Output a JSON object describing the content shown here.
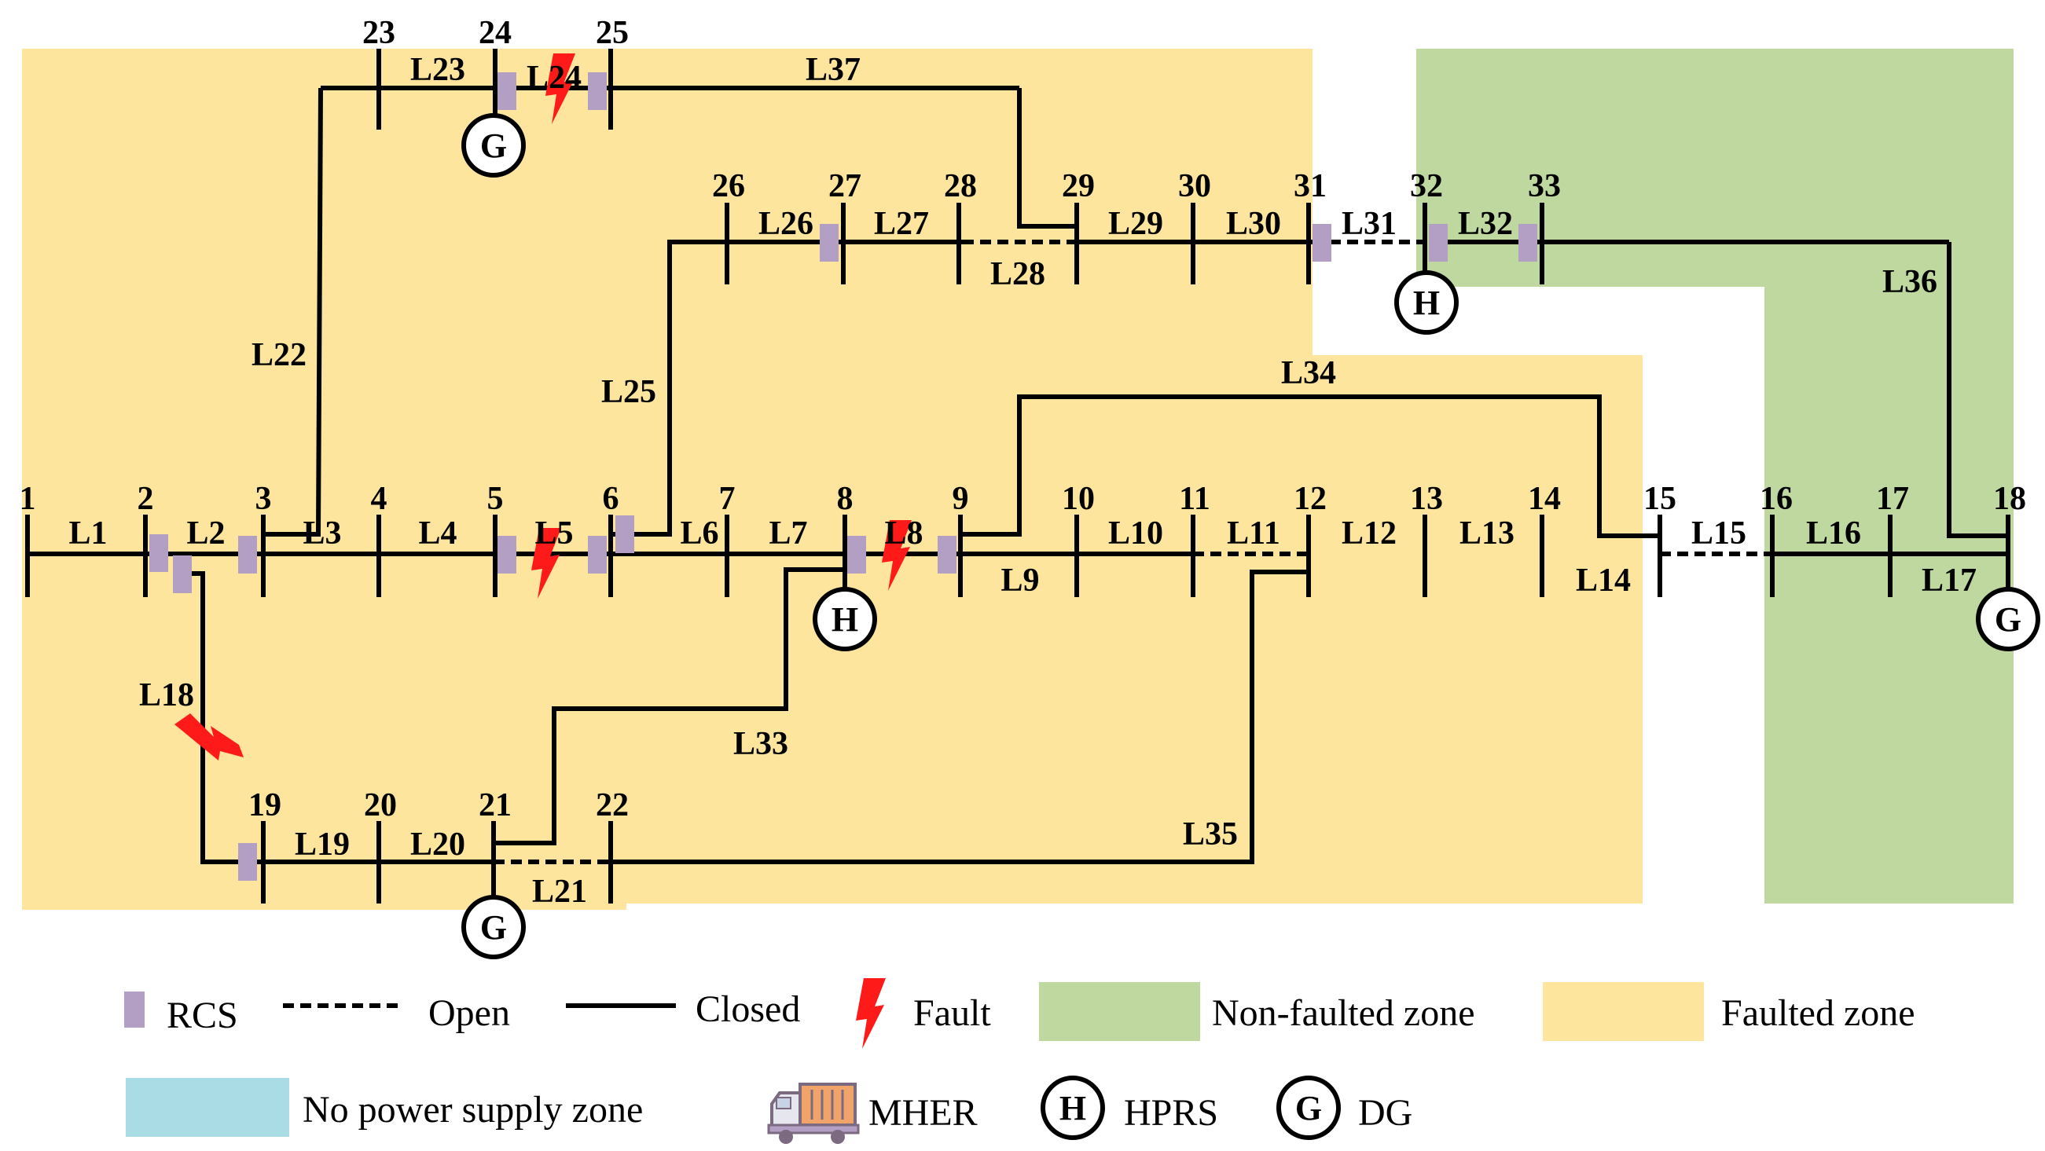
{
  "colors": {
    "faulted_zone": "#fde59d",
    "non_faulted_zone": "#bed8a0",
    "no_power_zone": "#a9dce5",
    "rcs": "#b39fc4",
    "fault": "#ff1a1a",
    "wire": "#000000"
  },
  "nodes": [
    "1",
    "2",
    "3",
    "4",
    "5",
    "6",
    "7",
    "8",
    "9",
    "10",
    "11",
    "12",
    "13",
    "14",
    "15",
    "16",
    "17",
    "18",
    "19",
    "20",
    "21",
    "22",
    "23",
    "24",
    "25",
    "26",
    "27",
    "28",
    "29",
    "30",
    "31",
    "32",
    "33"
  ],
  "lines": [
    "L1",
    "L2",
    "L3",
    "L4",
    "L5",
    "L6",
    "L7",
    "L8",
    "L9",
    "L10",
    "L11",
    "L12",
    "L13",
    "L14",
    "L15",
    "L16",
    "L17",
    "L18",
    "L19",
    "L20",
    "L21",
    "L22",
    "L23",
    "L24",
    "L25",
    "L26",
    "L27",
    "L28",
    "L29",
    "L30",
    "L31",
    "L32",
    "L33",
    "L34",
    "L35",
    "L36",
    "L37"
  ],
  "open_lines": [
    "L11",
    "L15",
    "L21",
    "L28",
    "L31"
  ],
  "fault_lines": [
    "L5",
    "L8",
    "L18",
    "L24"
  ],
  "generator_symbols": {
    "dg": "G",
    "hprs": "H"
  },
  "legend": {
    "rcs": "RCS",
    "open": "Open",
    "closed": "Closed",
    "fault": "Fault",
    "non_faulted_zone": "Non-faulted zone",
    "faulted_zone": "Faulted zone",
    "no_power_zone": "No power supply zone",
    "mher": "MHER",
    "hprs": "HPRS",
    "dg": "DG"
  },
  "icons": {
    "fault": "lightning-bolt-icon",
    "mher": "truck-icon",
    "hprs": "h-circle-icon",
    "dg": "g-circle-icon"
  }
}
